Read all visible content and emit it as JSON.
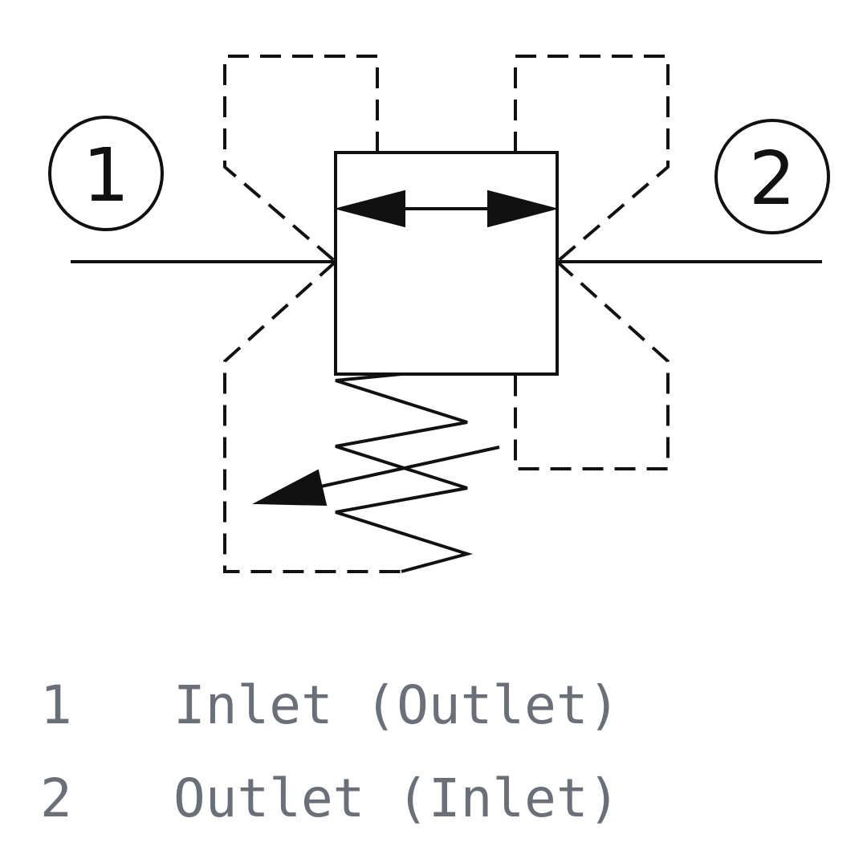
{
  "colors": {
    "line": "#111111",
    "legend_text": "#6b6f78",
    "background": "#ffffff"
  },
  "ports": [
    {
      "id": "1",
      "label": "1"
    },
    {
      "id": "2",
      "label": "2"
    }
  ],
  "legend": [
    {
      "number": "1",
      "description": "Inlet (Outlet)"
    },
    {
      "number": "2",
      "description": "Outlet (Inlet)"
    }
  ]
}
